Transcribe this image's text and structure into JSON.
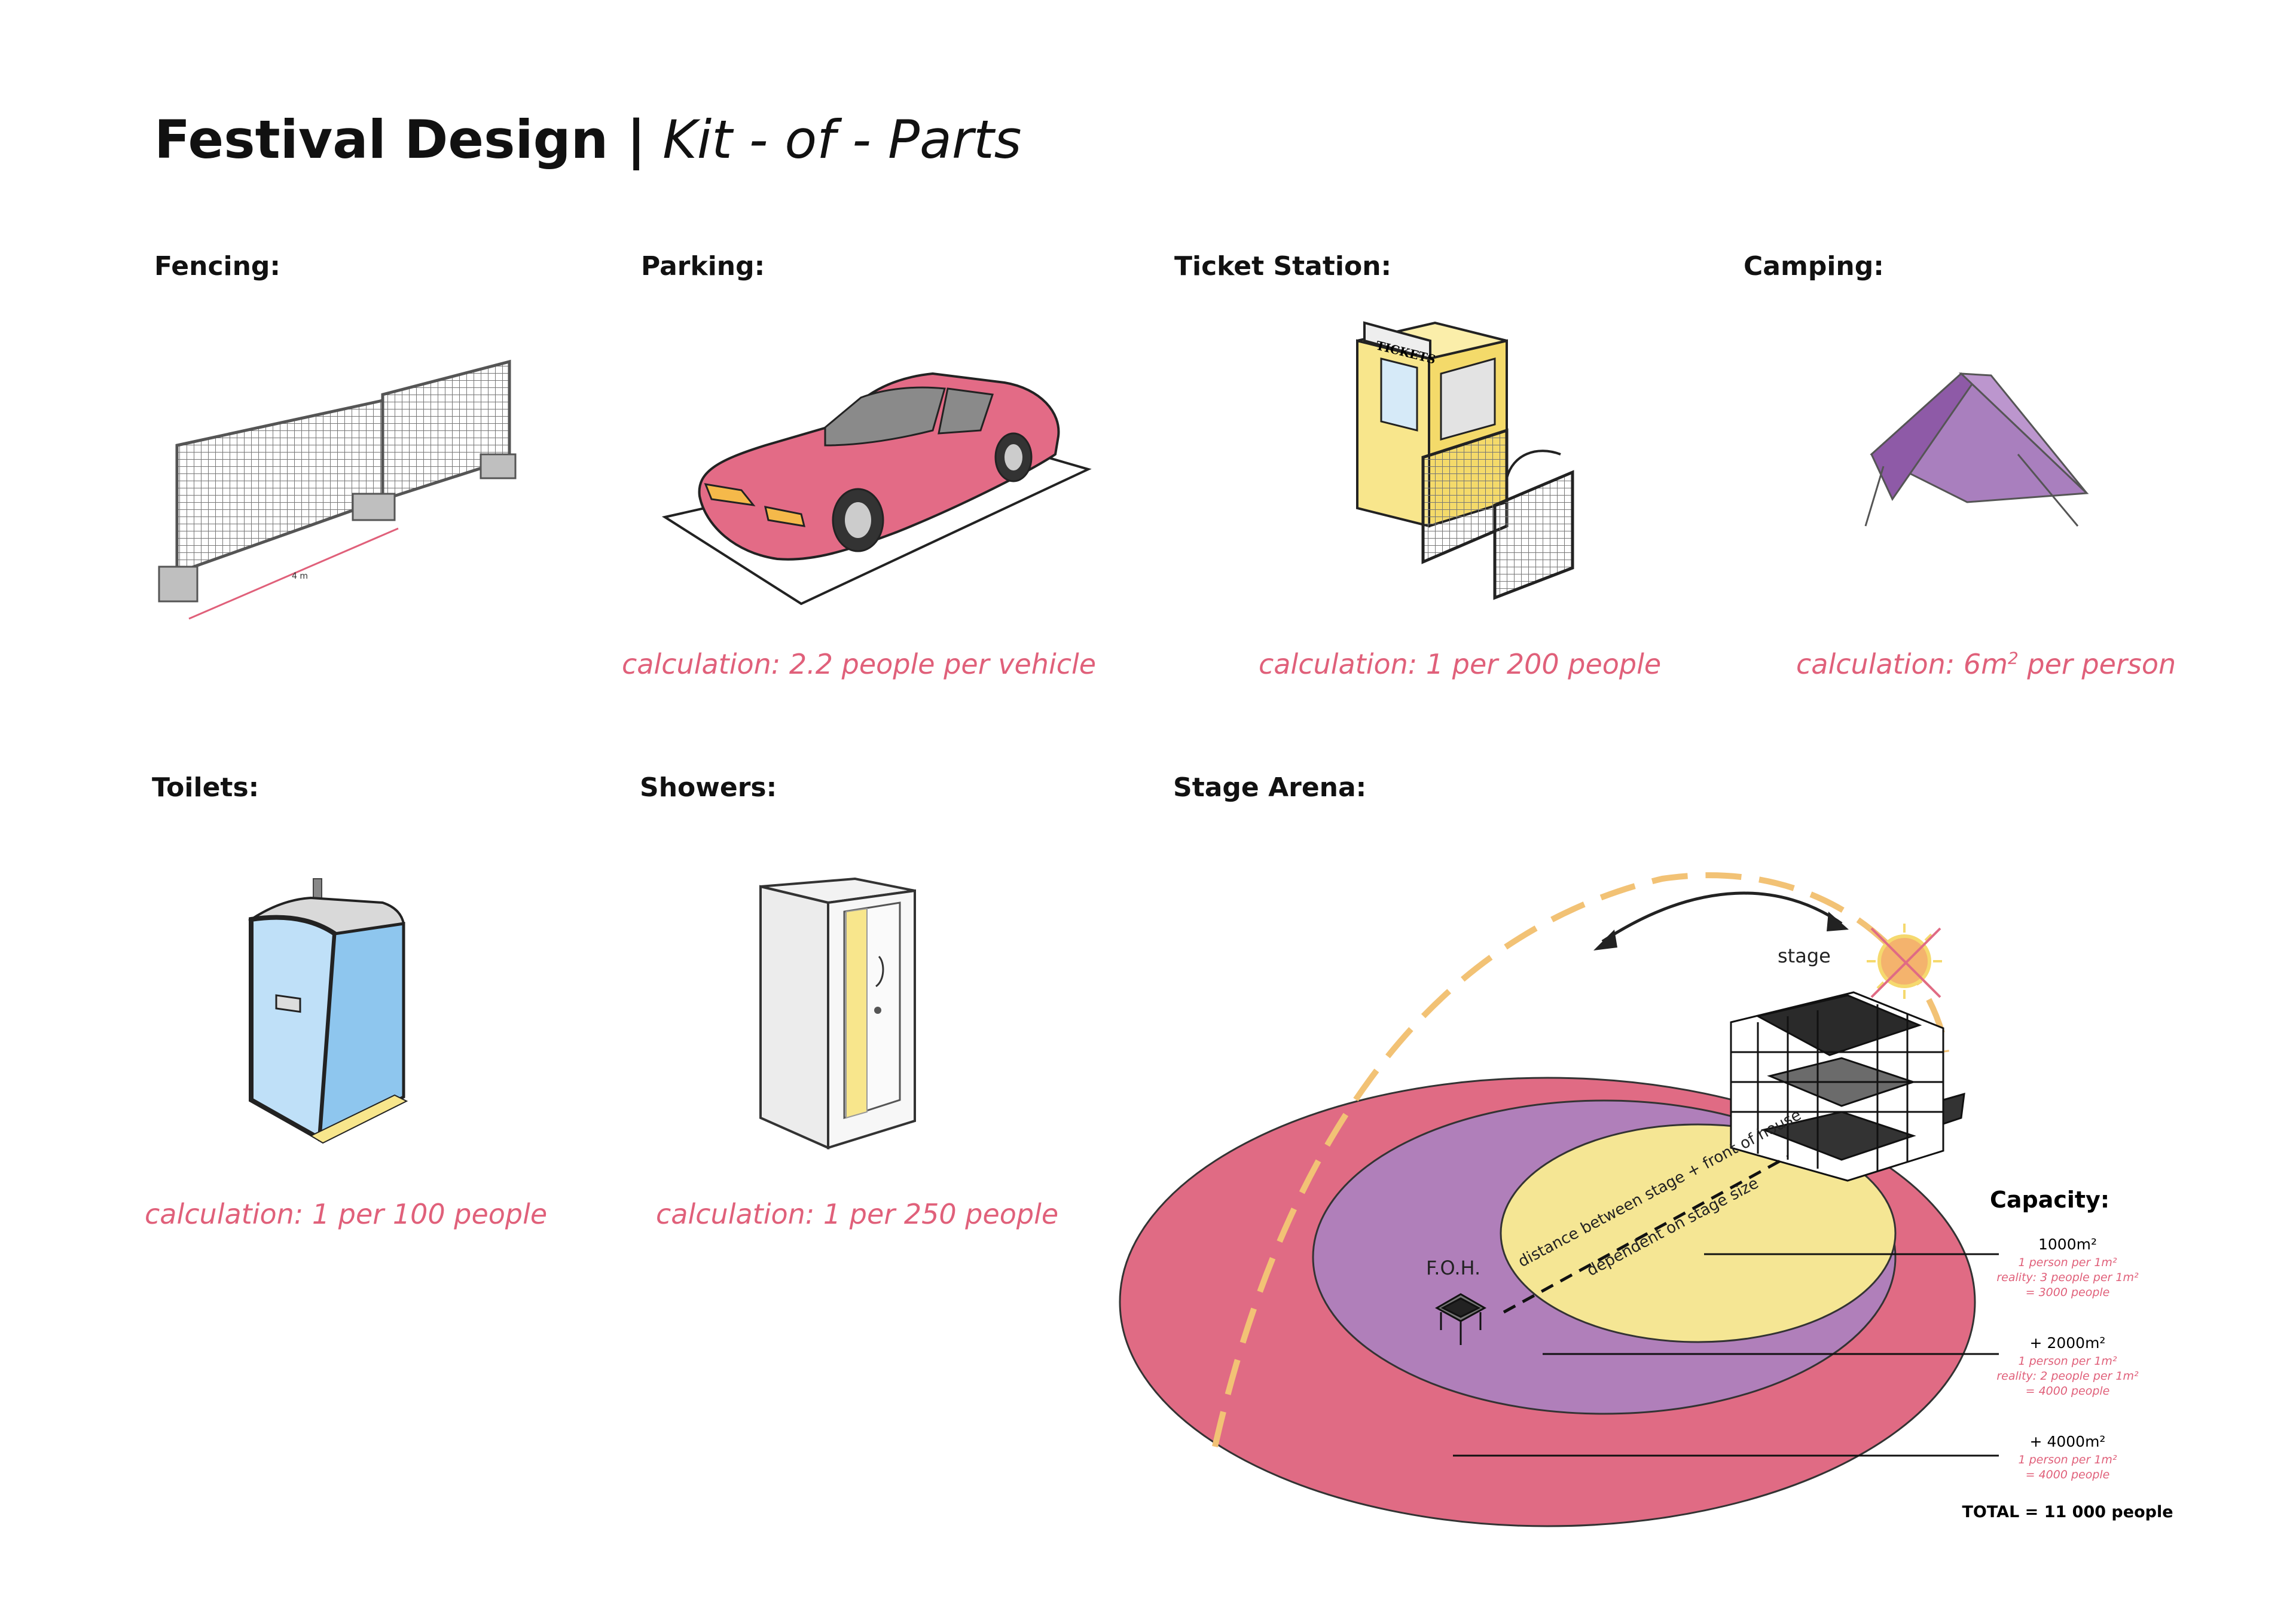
{
  "title": {
    "bold": "Festival Design |",
    "italic": "Kit - of - Parts"
  },
  "items": {
    "fencing": {
      "heading": "Fencing:",
      "dimension": "4 m"
    },
    "parking": {
      "heading": "Parking:",
      "calculation": "calculation: 2.2 people per vehicle"
    },
    "ticket": {
      "heading": "Ticket Station:",
      "sign": "TICKETS",
      "calculation": "calculation: 1 per 200 people"
    },
    "camping": {
      "heading": "Camping:",
      "calculation_prefix": "calculation: 6m",
      "calculation_sup": "2",
      "calculation_suffix": " per person"
    },
    "toilets": {
      "heading": "Toilets:",
      "calculation": "calculation: 1 per 100 people"
    },
    "showers": {
      "heading": "Showers:",
      "calculation": "calculation: 1 per 250 people"
    },
    "stage_arena": {
      "heading": "Stage Arena:",
      "stage_label": "stage",
      "foh_label": "F.O.H.",
      "distance_line1": "distance between stage + front of house",
      "distance_line2": "dependent on stage size",
      "capacity_title": "Capacity:",
      "zones": [
        {
          "area": "1000m²",
          "l1": "1 person per 1m²",
          "l2": "reality: 3 people per 1m²",
          "l3": "= 3000 people",
          "color": "#f5e694"
        },
        {
          "area": "+ 2000m²",
          "l1": "1 person per 1m²",
          "l2": "reality: 2 people per 1m²",
          "l3": "= 4000 people",
          "color": "#b07fba"
        },
        {
          "area": "+ 4000m²",
          "l1": "1 person per 1m²",
          "l2": "= 4000 people",
          "l3": "",
          "color": "#e06b84"
        }
      ],
      "total": "TOTAL = 11 000 people"
    }
  },
  "colors": {
    "accent_text": "#e0607a",
    "car": "#e36b86",
    "ticket_booth": "#f8e68c",
    "tent": "#a97fbe",
    "toilet": "#9fcdf2",
    "sun": "#f4b36d",
    "arc": "#f2c275"
  },
  "icons": [
    "fence-icon",
    "car-icon",
    "ticket-booth-icon",
    "tent-icon",
    "portable-toilet-icon",
    "shower-cabin-icon",
    "stage-structure-icon",
    "sun-icon",
    "foh-tower-icon"
  ]
}
